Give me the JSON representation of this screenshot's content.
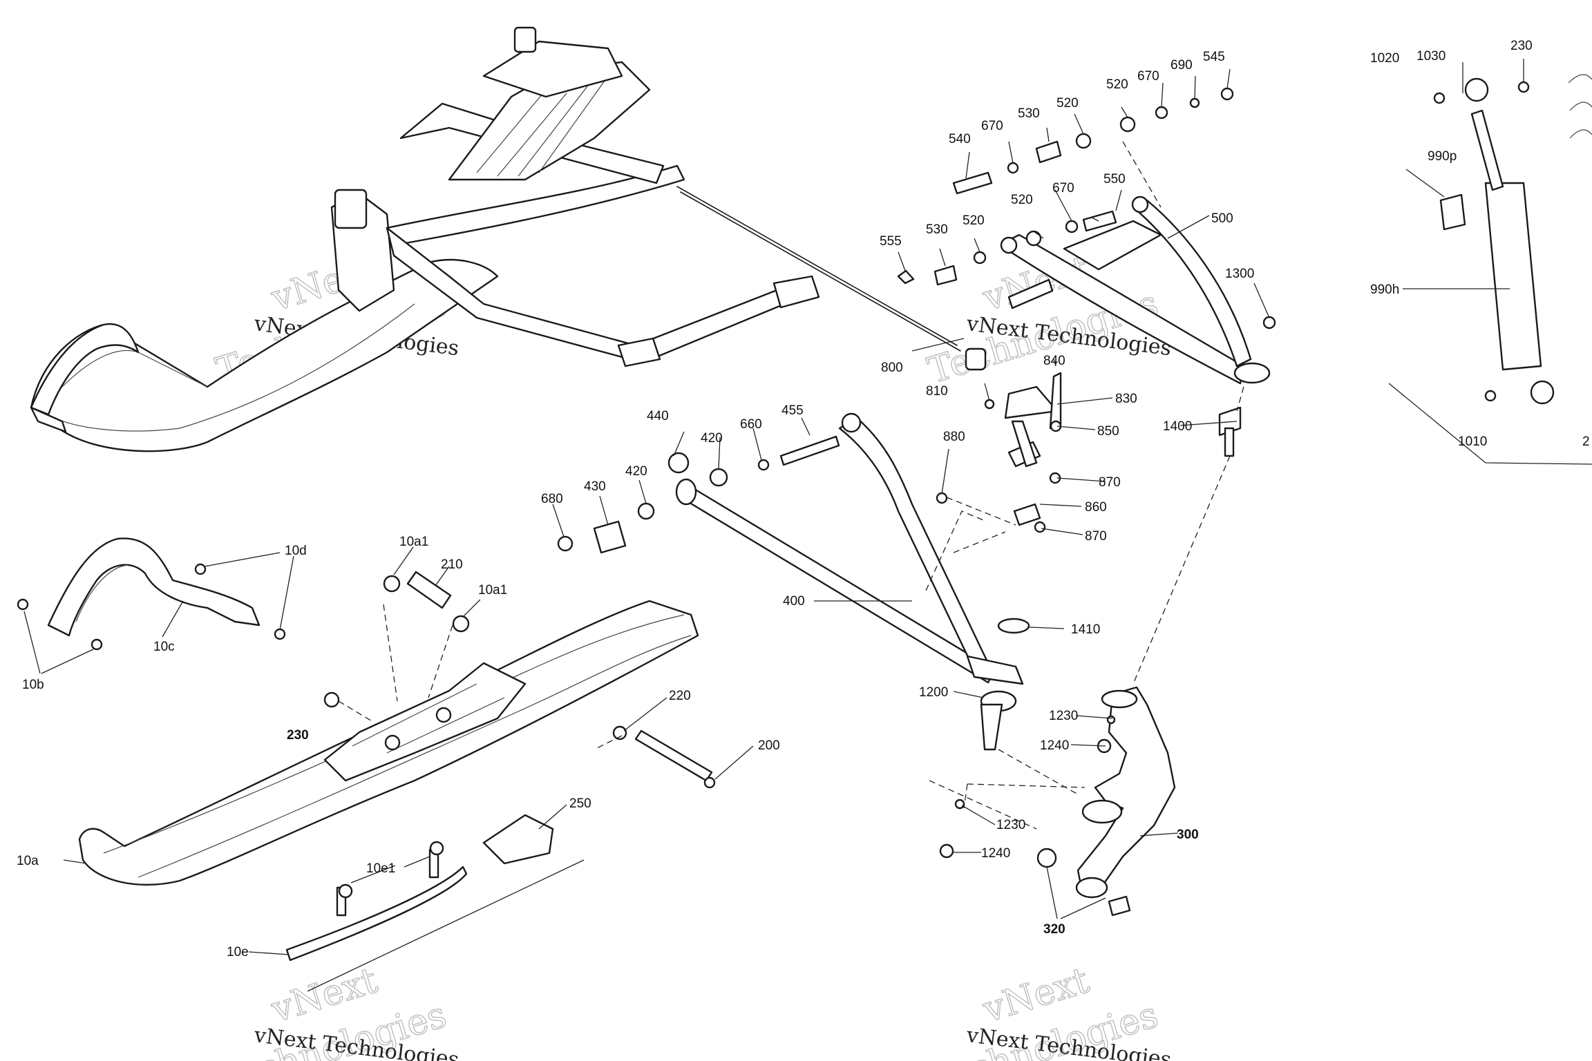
{
  "watermark": {
    "brand_top": "vNext",
    "brand_bottom": "Technologies",
    "line": "vNext Technologies"
  },
  "colors": {
    "ink": "#1a1a1a",
    "watermark": "#b9b9b9",
    "paper": "#ffffff"
  },
  "labels": [
    {
      "id": "1020",
      "text": "1020"
    },
    {
      "id": "1030",
      "text": "1030"
    },
    {
      "id": "230-top",
      "text": "230"
    },
    {
      "id": "990p",
      "text": "990p"
    },
    {
      "id": "990h",
      "text": "990h"
    },
    {
      "id": "1010",
      "text": "1010"
    },
    {
      "id": "2-cut",
      "text": "2"
    },
    {
      "id": "545",
      "text": "545"
    },
    {
      "id": "690",
      "text": "690"
    },
    {
      "id": "670-a",
      "text": "670"
    },
    {
      "id": "520-a",
      "text": "520"
    },
    {
      "id": "520-b",
      "text": "520"
    },
    {
      "id": "530-a",
      "text": "530"
    },
    {
      "id": "670-b",
      "text": "670"
    },
    {
      "id": "540",
      "text": "540"
    },
    {
      "id": "670-c",
      "text": "670"
    },
    {
      "id": "550",
      "text": "550"
    },
    {
      "id": "520-c",
      "text": "520"
    },
    {
      "id": "500",
      "text": "500"
    },
    {
      "id": "555",
      "text": "555"
    },
    {
      "id": "530-b",
      "text": "530"
    },
    {
      "id": "520-d",
      "text": "520"
    },
    {
      "id": "1300",
      "text": "1300"
    },
    {
      "id": "800",
      "text": "800"
    },
    {
      "id": "810",
      "text": "810"
    },
    {
      "id": "840",
      "text": "840"
    },
    {
      "id": "830",
      "text": "830"
    },
    {
      "id": "850",
      "text": "850"
    },
    {
      "id": "880",
      "text": "880"
    },
    {
      "id": "1400",
      "text": "1400"
    },
    {
      "id": "870-a",
      "text": "870"
    },
    {
      "id": "860",
      "text": "860"
    },
    {
      "id": "870-b",
      "text": "870"
    },
    {
      "id": "440",
      "text": "440"
    },
    {
      "id": "420-a",
      "text": "420"
    },
    {
      "id": "660",
      "text": "660"
    },
    {
      "id": "455",
      "text": "455"
    },
    {
      "id": "430",
      "text": "430"
    },
    {
      "id": "420-b",
      "text": "420"
    },
    {
      "id": "680",
      "text": "680"
    },
    {
      "id": "400",
      "text": "400"
    },
    {
      "id": "1410",
      "text": "1410"
    },
    {
      "id": "1200",
      "text": "1200"
    },
    {
      "id": "1230-a",
      "text": "1230"
    },
    {
      "id": "1240-a",
      "text": "1240"
    },
    {
      "id": "1230-b",
      "text": "1230"
    },
    {
      "id": "1240-b",
      "text": "1240"
    },
    {
      "id": "300",
      "text": "300"
    },
    {
      "id": "320",
      "text": "320"
    },
    {
      "id": "10d",
      "text": "10d"
    },
    {
      "id": "10c",
      "text": "10c"
    },
    {
      "id": "10b",
      "text": "10b"
    },
    {
      "id": "10a1-a",
      "text": "10a1"
    },
    {
      "id": "210",
      "text": "210"
    },
    {
      "id": "10a1-b",
      "text": "10a1"
    },
    {
      "id": "220",
      "text": "220"
    },
    {
      "id": "200",
      "text": "200"
    },
    {
      "id": "230-bottom",
      "text": "230"
    },
    {
      "id": "250",
      "text": "250"
    },
    {
      "id": "10e1",
      "text": "10e1"
    },
    {
      "id": "10a",
      "text": "10a"
    },
    {
      "id": "10e",
      "text": "10e"
    }
  ]
}
